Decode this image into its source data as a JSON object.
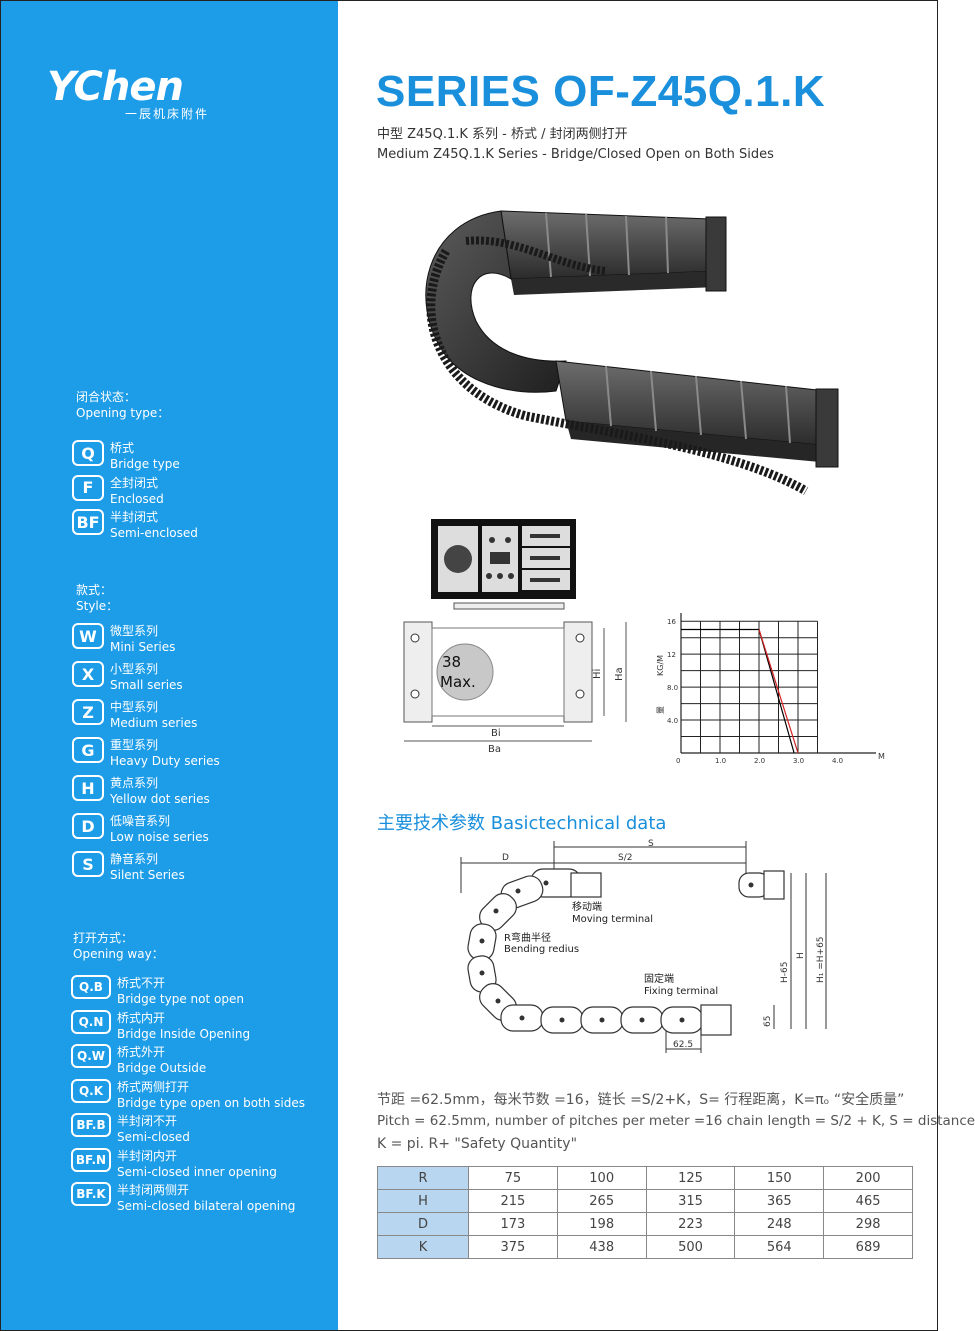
{
  "logo": {
    "brand": "YChen",
    "sub": "一辰机床附件"
  },
  "header": {
    "title": "SERIES OF-Z45Q.1.K",
    "subtitle_cn": "中型 Z45Q.1.K 系列 - 桥式 / 封闭两侧打开",
    "subtitle_en": "Medium Z45Q.1.K Series - Bridge/Closed Open on Both Sides"
  },
  "sidebar": {
    "opening_type": {
      "head_cn": "闭合状态：",
      "head_en": "Opening type：",
      "items": [
        {
          "code": "Q",
          "cn": "桥式",
          "en": "Bridge type"
        },
        {
          "code": "F",
          "cn": "全封闭式",
          "en": "Enclosed"
        },
        {
          "code": "BF",
          "cn": "半封闭式",
          "en": "Semi-enclosed"
        }
      ]
    },
    "style": {
      "head_cn": "款式：",
      "head_en": "Style：",
      "items": [
        {
          "code": "W",
          "cn": "微型系列",
          "en": "Mini Series"
        },
        {
          "code": "X",
          "cn": "小型系列",
          "en": "Small series"
        },
        {
          "code": "Z",
          "cn": "中型系列",
          "en": "Medium series"
        },
        {
          "code": "G",
          "cn": "重型系列",
          "en": "Heavy Duty series"
        },
        {
          "code": "H",
          "cn": "黄点系列",
          "en": "Yellow dot series"
        },
        {
          "code": "D",
          "cn": "低噪音系列",
          "en": "Low noise series"
        },
        {
          "code": "S",
          "cn": "静音系列",
          "en": "Silent Series"
        }
      ]
    },
    "opening_way": {
      "head_cn": "打开方式：",
      "head_en": "Opening way：",
      "items": [
        {
          "code": "Q.B",
          "cn": "桥式不开",
          "en": "Bridge type not open"
        },
        {
          "code": "Q.N",
          "cn": "桥式内开",
          "en": "Bridge Inside Opening"
        },
        {
          "code": "Q.W",
          "cn": "桥式外开",
          "en": "Bridge Outside"
        },
        {
          "code": "Q.K",
          "cn": "桥式两侧打开",
          "en": "Bridge type open on both sides"
        },
        {
          "code": "BF.B",
          "cn": "半封闭不开",
          "en": "Semi-closed"
        },
        {
          "code": "BF.N",
          "cn": "半封闭内开",
          "en": "Semi-closed inner opening"
        },
        {
          "code": "BF.K",
          "cn": "半封闭两侧开",
          "en": "Semi-closed bilateral opening"
        }
      ]
    }
  },
  "cross_section": {
    "max_label_1": "38",
    "max_label_2": "Max.",
    "bi": "Bi",
    "ba": "Ba",
    "hi": "Hi",
    "ha": "Ha"
  },
  "chart_data": {
    "type": "line",
    "title": "",
    "ylabel": "KG/M",
    "ylabel_cn": "量",
    "xlabel": "M",
    "x_ticks": [
      "0",
      "1.0",
      "2.0",
      "3.0",
      "4.0"
    ],
    "y_ticks": [
      "4.0",
      "8.0",
      "12",
      "16"
    ],
    "xlim": [
      0,
      5
    ],
    "ylim": [
      0,
      17
    ],
    "grid": true,
    "series": [
      {
        "color": "#000000",
        "x": [
          0,
          2.0,
          2.9
        ],
        "y": [
          15,
          15,
          0
        ]
      },
      {
        "color": "#d42020",
        "x": [
          2.0,
          3.0
        ],
        "y": [
          15,
          0
        ]
      }
    ]
  },
  "section": {
    "title": "主要技术参数  Basictechnical data"
  },
  "diagram": {
    "s": "S",
    "d": "D",
    "s2": "S/2",
    "moving_cn": "移动端",
    "moving_en": "Moving terminal",
    "radius_cn": "R弯曲半径",
    "radius_en": "Bending redius",
    "fixing_cn": "固定端",
    "fixing_en": "Fixing terminal",
    "h": "H",
    "h65": "H-65",
    "hl": "H₁ =H+65",
    "d65": "65",
    "pitch": "62.5"
  },
  "notes": {
    "line1": "节距 =62.5mm，每米节数 =16，链长 =S/2+K，S= 行程距离，K=πₒ “安全质量”",
    "line2": "Pitch = 62.5mm, number of pitches per meter =16 chain length = S/2 + K, S = distance",
    "line3": "K = pi. R+ \"Safety Quantity\""
  },
  "table": {
    "rows": [
      {
        "label": "R",
        "values": [
          "75",
          "100",
          "125",
          "150",
          "200"
        ]
      },
      {
        "label": "H",
        "values": [
          "215",
          "265",
          "315",
          "365",
          "465"
        ]
      },
      {
        "label": "D",
        "values": [
          "173",
          "198",
          "223",
          "248",
          "298"
        ]
      },
      {
        "label": "K",
        "values": [
          "375",
          "438",
          "500",
          "564",
          "689"
        ]
      }
    ]
  },
  "colors": {
    "sidebar": "#1d9ce8",
    "accent": "#1a8fdc",
    "table_header": "#b8d6f0"
  }
}
